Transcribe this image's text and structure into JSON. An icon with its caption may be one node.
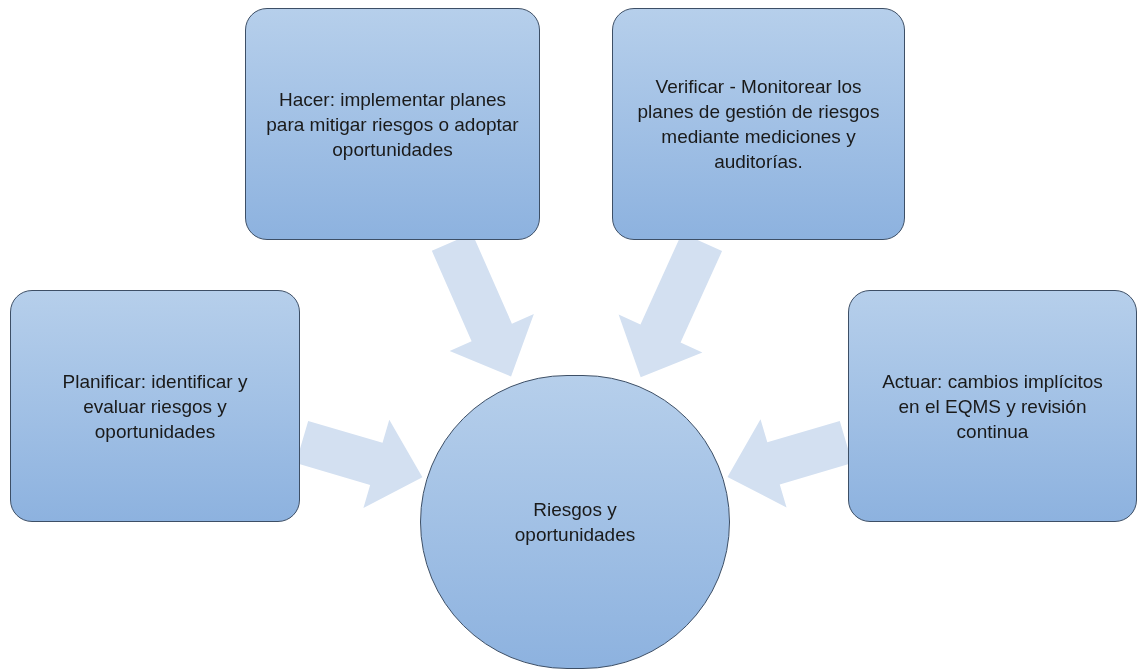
{
  "diagram": {
    "nodes": [
      {
        "text": [
          "Hacer: implementar planes para mitigar riesgos o adoptar oportunidades"
        ]
      },
      {
        "text": [
          "Verificar - Monitorear los planes de gestión de riesgos mediante mediciones y auditorías."
        ]
      },
      {
        "text": [
          "Planificar: identificar y evaluar riesgos y oportunidades"
        ]
      },
      {
        "text": [
          "Riesgos y oportunidades"
        ]
      },
      {
        "text": [
          "Actuar: cambios implícitos en el EQMS y revisión continua"
        ]
      }
    ],
    "edges": [
      {
        "from": 0,
        "to": 3,
        "arrow": "to",
        "style": "thick"
      },
      {
        "from": 1,
        "to": 3,
        "arrow": "to",
        "style": "thick"
      },
      {
        "from": 2,
        "to": 3,
        "arrow": "to",
        "style": "thick"
      },
      {
        "from": 4,
        "to": 3,
        "arrow": "to",
        "style": "thick"
      }
    ]
  }
}
